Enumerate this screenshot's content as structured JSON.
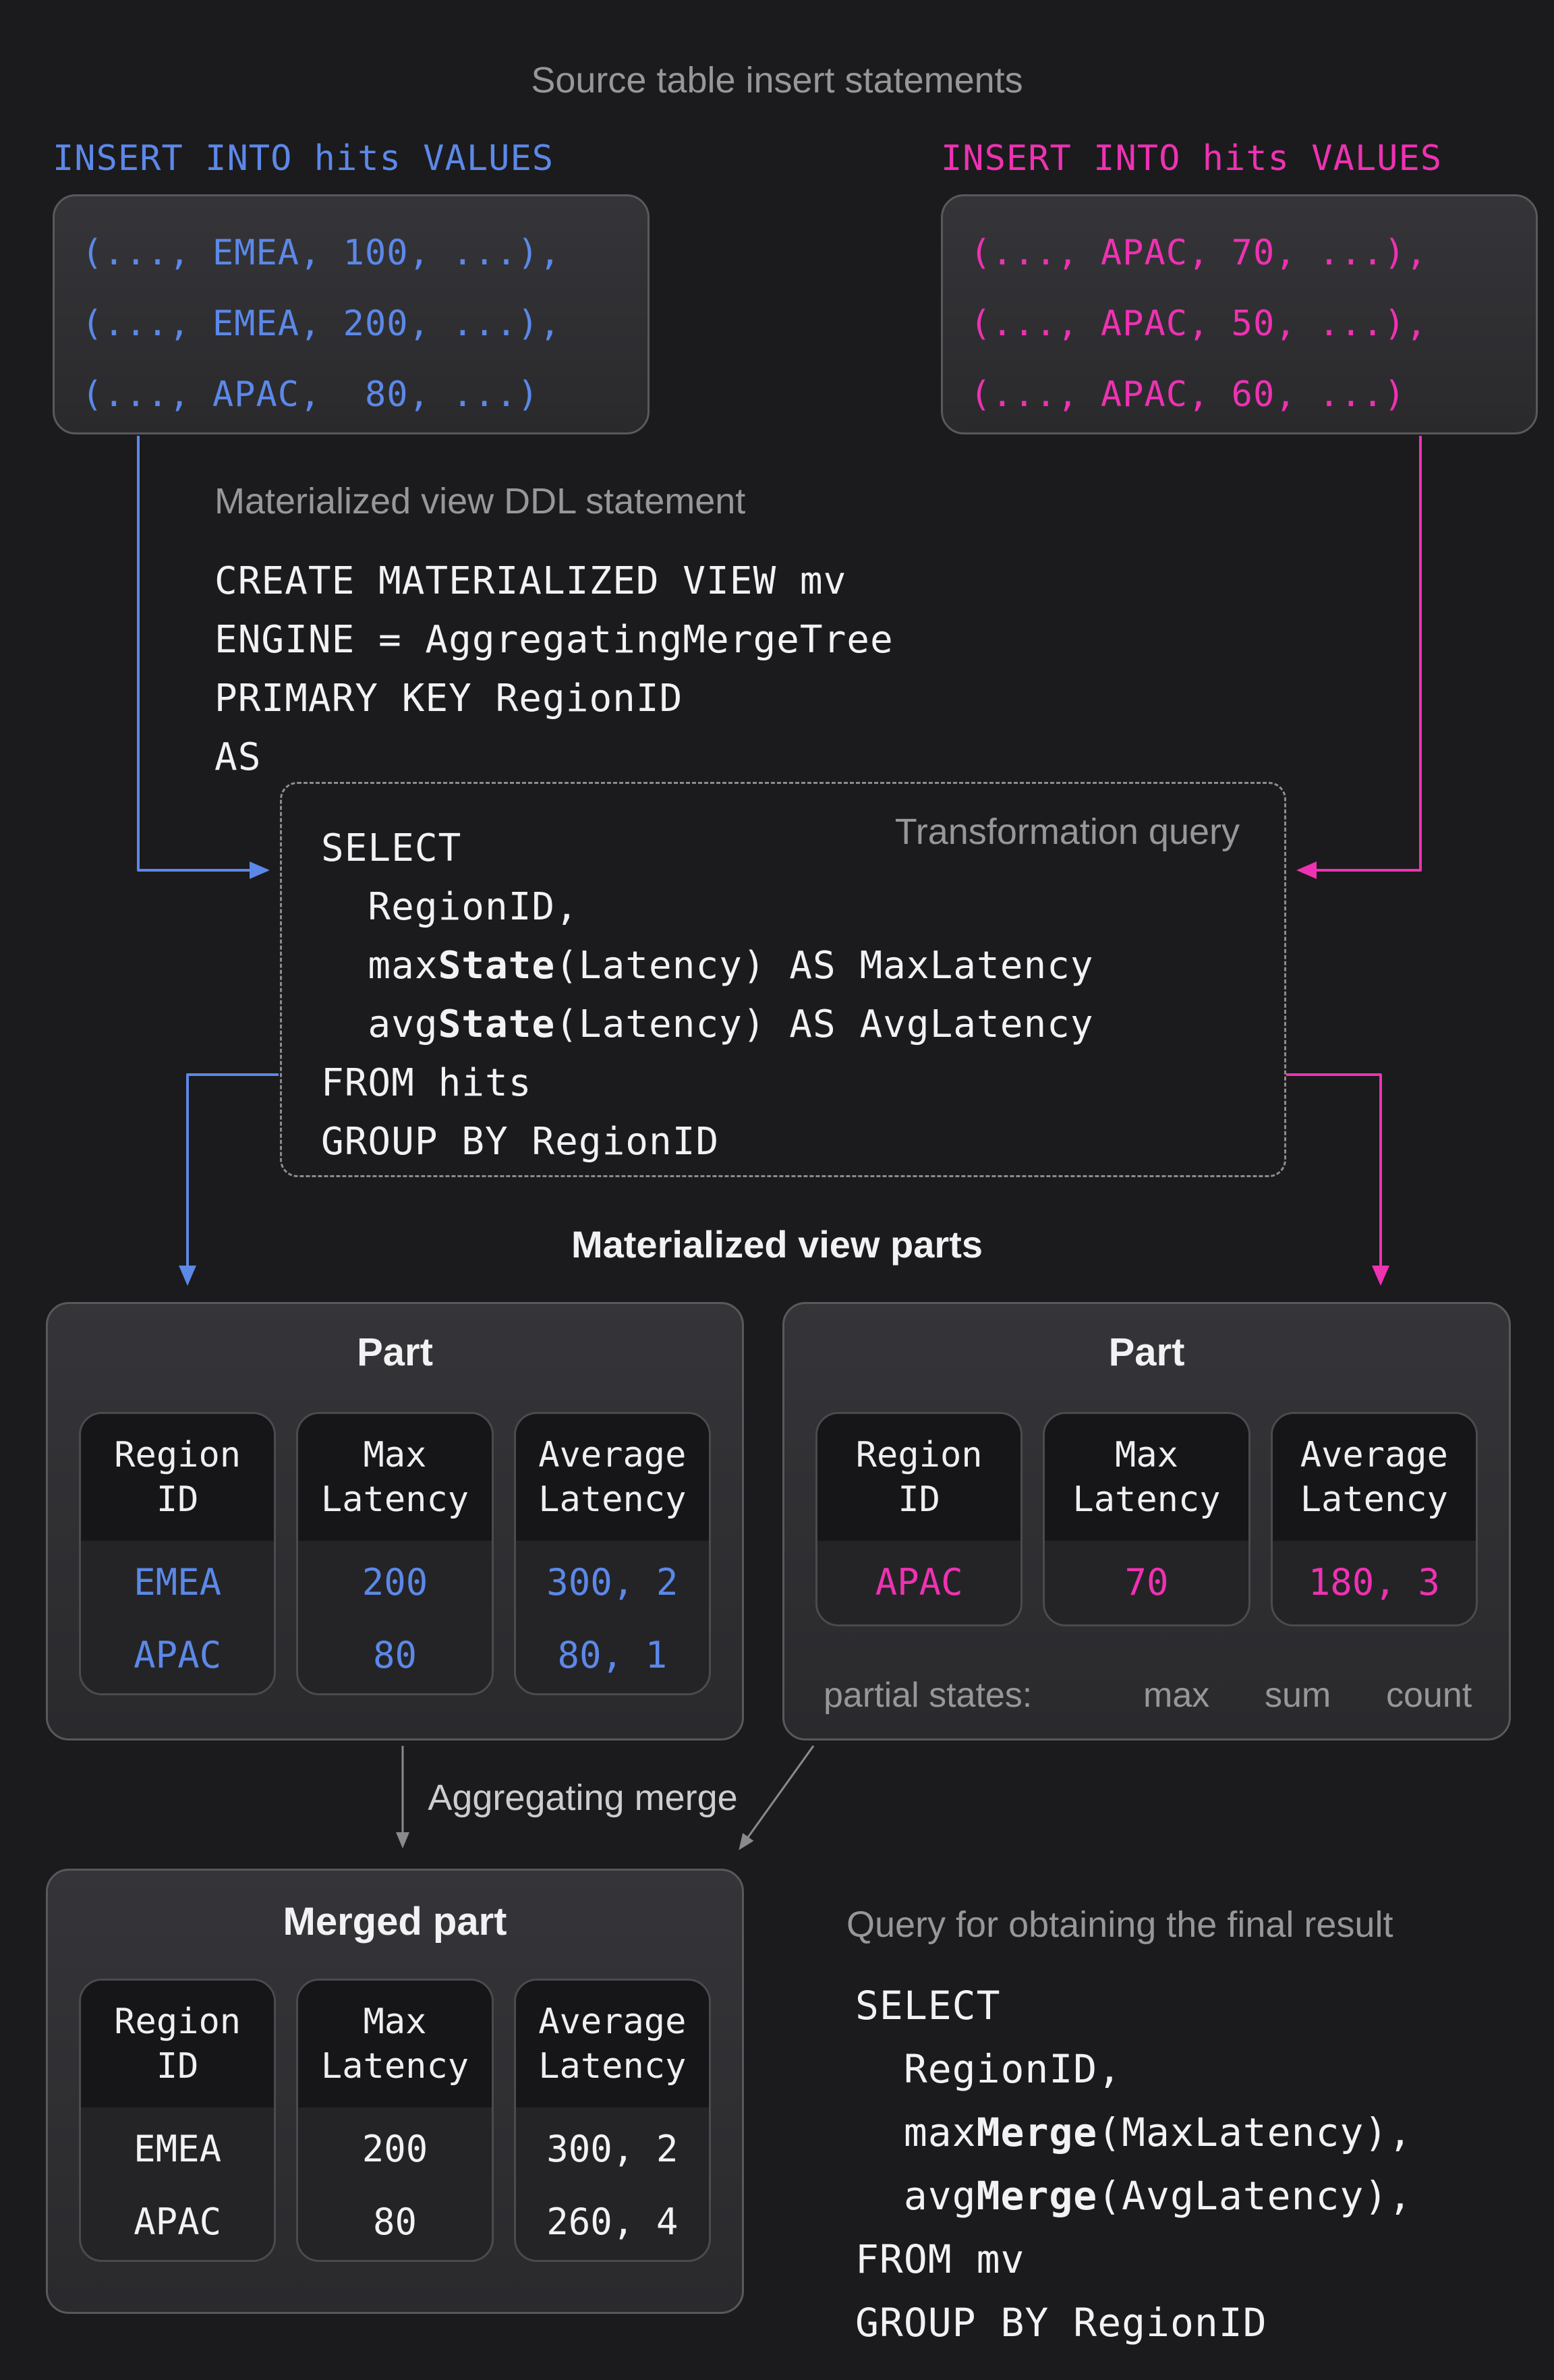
{
  "colors": {
    "background": "#1b1b1d",
    "blue": "#5c88e8",
    "pink": "#ee32b2",
    "arrow_gray": "#8a8a8d",
    "white_text": "#f2f2f4",
    "gray_label": "#97979a"
  },
  "titles": {
    "source_inserts": "Source table insert statements",
    "ddl": "Materialized view DDL statement",
    "transformation_query": "Transformation query",
    "mv_parts": "Materialized view parts",
    "aggregating_merge": "Aggregating merge",
    "final_query": "Query for obtaining the final result"
  },
  "inserts": {
    "left": {
      "label": "INSERT INTO hits VALUES",
      "lines": [
        "(..., EMEA, 100, ...),",
        "(..., EMEA, 200, ...),",
        "(..., APAC,  80, ...)"
      ]
    },
    "right": {
      "label": "INSERT INTO hits VALUES",
      "lines": [
        "(..., APAC, 70, ...),",
        "(..., APAC, 50, ...),",
        "(..., APAC, 60, ...)"
      ]
    }
  },
  "ddl_code": {
    "lines": [
      "CREATE MATERIALIZED VIEW mv",
      "ENGINE = AggregatingMergeTree",
      "PRIMARY KEY RegionID",
      "AS"
    ]
  },
  "transform_code": {
    "lines": [
      "SELECT",
      "  RegionID,",
      "  max**State**(Latency) AS MaxLatency",
      "  avg**State**(Latency) AS AvgLatency",
      "FROM hits",
      "GROUP BY RegionID"
    ]
  },
  "parts": {
    "left": {
      "title": "Part",
      "columns": [
        "Region\nID",
        "Max\nLatency",
        "Average\nLatency"
      ],
      "rows": [
        [
          "EMEA",
          "200",
          "300, 2"
        ],
        [
          "APAC",
          "80",
          "80, 1"
        ]
      ]
    },
    "right": {
      "title": "Part",
      "columns": [
        "Region\nID",
        "Max\nLatency",
        "Average\nLatency"
      ],
      "rows": [
        [
          "APAC",
          "70",
          "180, 3"
        ]
      ],
      "partial_states_label": "partial states:",
      "state_labels": [
        "max",
        "sum",
        "count"
      ]
    }
  },
  "merged": {
    "title": "Merged part",
    "columns": [
      "Region\nID",
      "Max\nLatency",
      "Average\nLatency"
    ],
    "rows": [
      [
        "EMEA",
        "200",
        "300, 2"
      ],
      [
        "APAC",
        "80",
        "260, 4"
      ]
    ]
  },
  "final_code": {
    "lines": [
      "SELECT",
      "  RegionID,",
      "  max**Merge**(MaxLatency),",
      "  avg**Merge**(AvgLatency),",
      "FROM mv",
      "GROUP BY RegionID"
    ]
  }
}
